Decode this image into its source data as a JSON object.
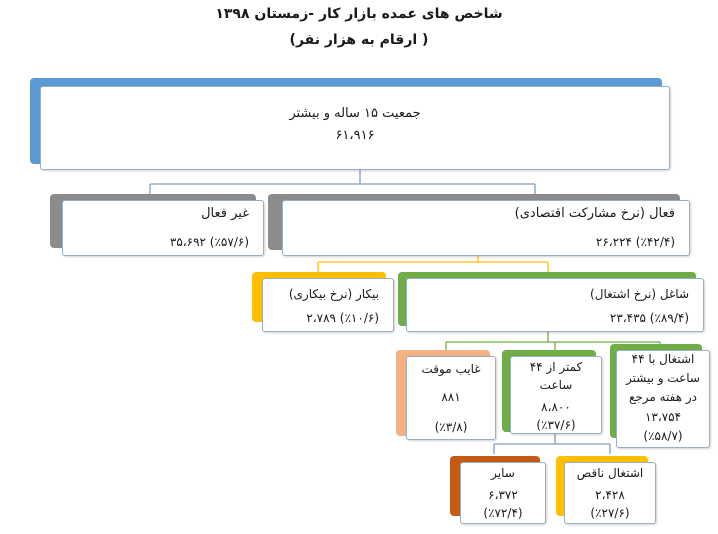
{
  "title": {
    "line1": "شاخص های عمده بازار کار -زمستان ۱۳۹۸",
    "line2": "( ارقام به هزار نفر)"
  },
  "colors": {
    "blue": "#5b9bd5",
    "gray": "#8c8c8c",
    "green": "#70ad47",
    "gold": "#ffc000",
    "salmon": "#f4b183",
    "brown": "#c55a11",
    "line_blue": "#7f9fbf",
    "line_gold": "#ffc000",
    "line_green": "#70ad47"
  },
  "nodes": {
    "population": {
      "label": "جمعیت ۱۵ ساله و بیشتر",
      "value": "۶۱،۹۱۶"
    },
    "inactive": {
      "label": "غیر فعال",
      "value": "(٪۵۷/۶) ۳۵،۶۹۲"
    },
    "active": {
      "label": "فعال (نرخ مشارکت اقتصادی)",
      "value": "(٪۴۲/۴) ۲۶،۲۲۴"
    },
    "unemployed": {
      "label": "بیکار (نرخ بیکاری)",
      "value": "(٪۱۰/۶) ۲،۷۸۹"
    },
    "employed": {
      "label": "شاغل (نرخ اشتغال)",
      "value": "(٪۸۹/۴) ۲۳،۴۳۵"
    },
    "temp_absent": {
      "label": "غایب موقت",
      "value": "۸۸۱",
      "share": "(٪۳/۸)"
    },
    "under44": {
      "label1": "کمتر از ۴۴",
      "label2": "ساعت",
      "value": "۸،۸۰۰",
      "share": "(٪۳۷/۶)"
    },
    "over44": {
      "label1": "اشتغال با ۴۴",
      "label2": "ساعت و بیشتر",
      "label3": "در هفته مرجع",
      "value": "۱۳،۷۵۴",
      "share": "(٪۵۸/۷)"
    },
    "other": {
      "label": "سایر",
      "value": "۶،۳۷۲",
      "share": "(٪۷۲/۴)"
    },
    "underemployed": {
      "label": "اشتغال ناقص",
      "value": "۲،۴۲۸",
      "share": "(٪۲۷/۶)"
    }
  }
}
